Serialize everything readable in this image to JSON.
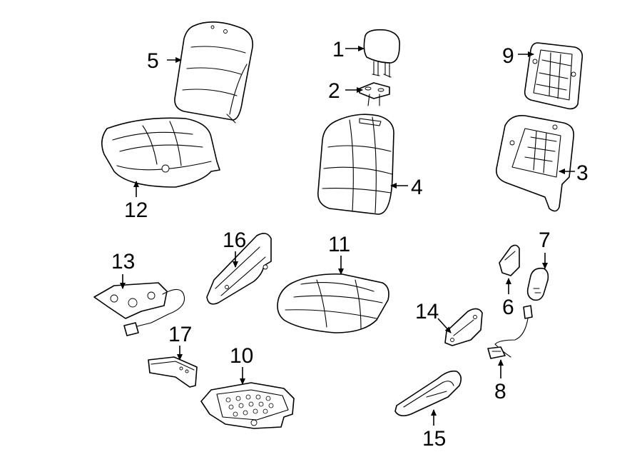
{
  "callouts": [
    {
      "id": "1",
      "label": "1"
    },
    {
      "id": "2",
      "label": "2"
    },
    {
      "id": "3",
      "label": "3"
    },
    {
      "id": "4",
      "label": "4"
    },
    {
      "id": "5",
      "label": "5"
    },
    {
      "id": "6",
      "label": "6"
    },
    {
      "id": "7",
      "label": "7"
    },
    {
      "id": "8",
      "label": "8"
    },
    {
      "id": "9",
      "label": "9"
    },
    {
      "id": "10",
      "label": "10"
    },
    {
      "id": "11",
      "label": "11"
    },
    {
      "id": "12",
      "label": "12"
    },
    {
      "id": "13",
      "label": "13"
    },
    {
      "id": "14",
      "label": "14"
    },
    {
      "id": "15",
      "label": "15"
    },
    {
      "id": "16",
      "label": "16"
    },
    {
      "id": "17",
      "label": "17"
    }
  ],
  "colors": {
    "line": "#000000",
    "background": "#ffffff"
  }
}
